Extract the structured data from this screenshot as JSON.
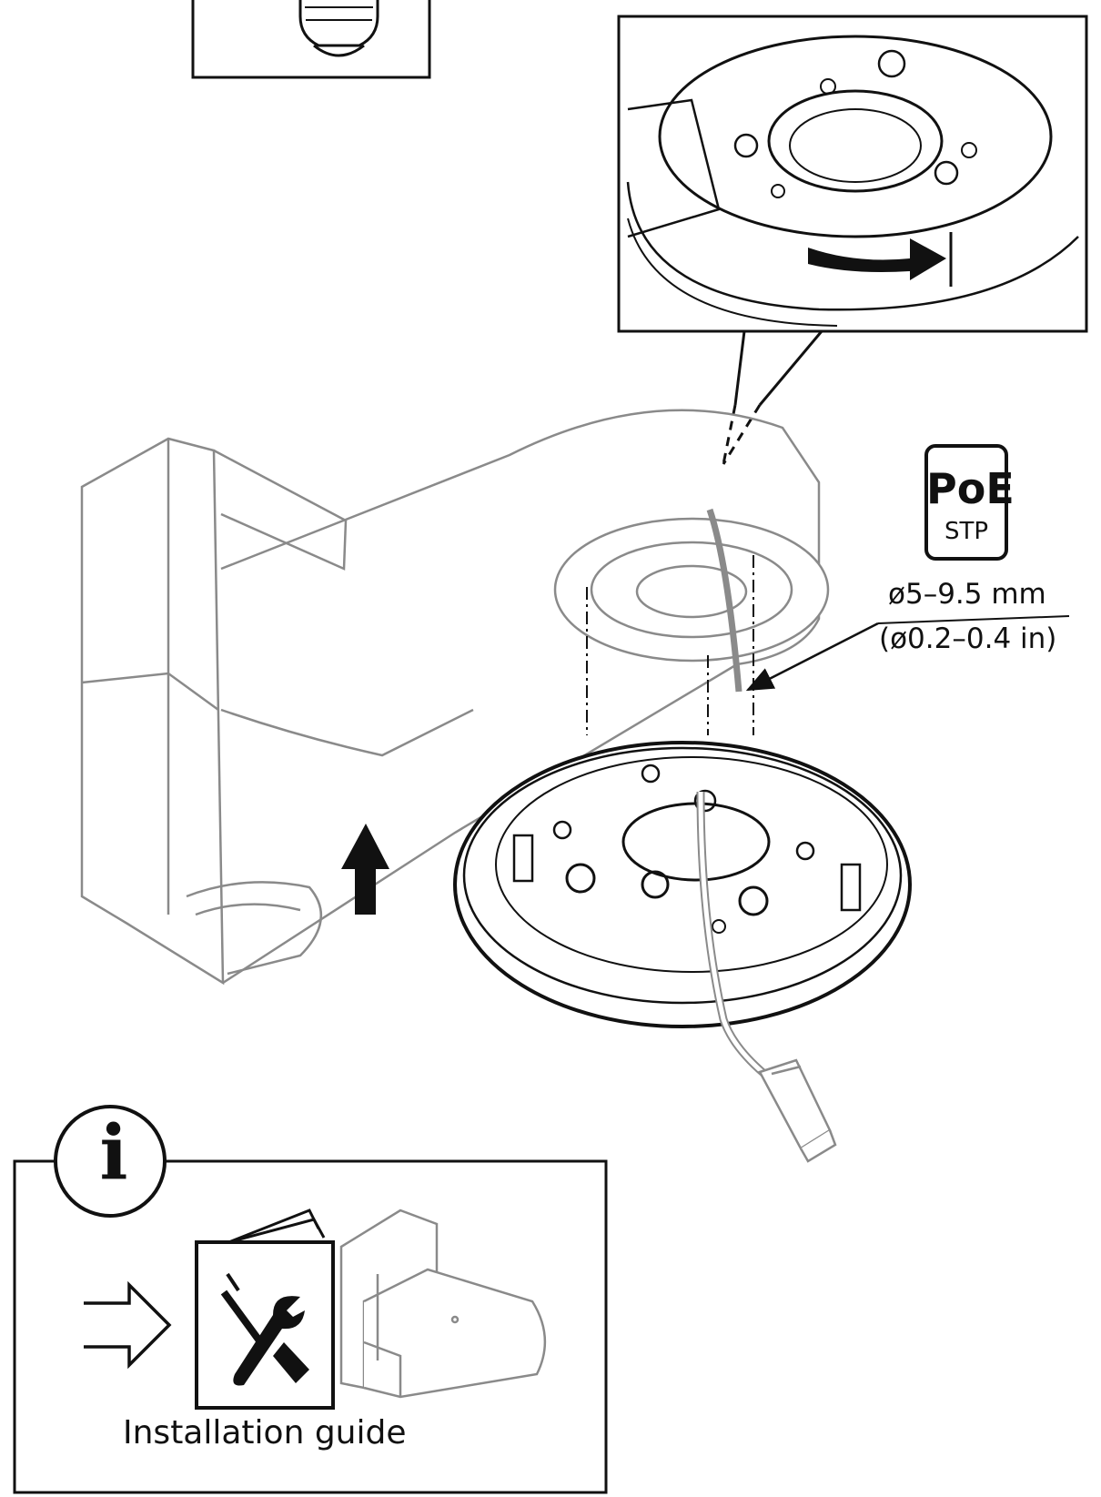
{
  "cable_spec": {
    "poe_label": "PoE",
    "cable_type": "STP",
    "diameter_mm": "ø5–9.5 mm",
    "diameter_in": "(ø0.2–0.4 in)"
  },
  "info_panel": {
    "info_symbol": "i",
    "caption": "Installation guide"
  },
  "icons": {
    "push_arrow": "arrow-up-icon",
    "rotate_arrow": "rotate-right-arrow-icon",
    "refer_arrow": "hollow-right-arrow-icon",
    "manual": "manual-tools-icon",
    "info": "info-circle-icon"
  },
  "colors": {
    "line": "#111111",
    "light_line": "#8a8a8a",
    "background": "#ffffff"
  }
}
